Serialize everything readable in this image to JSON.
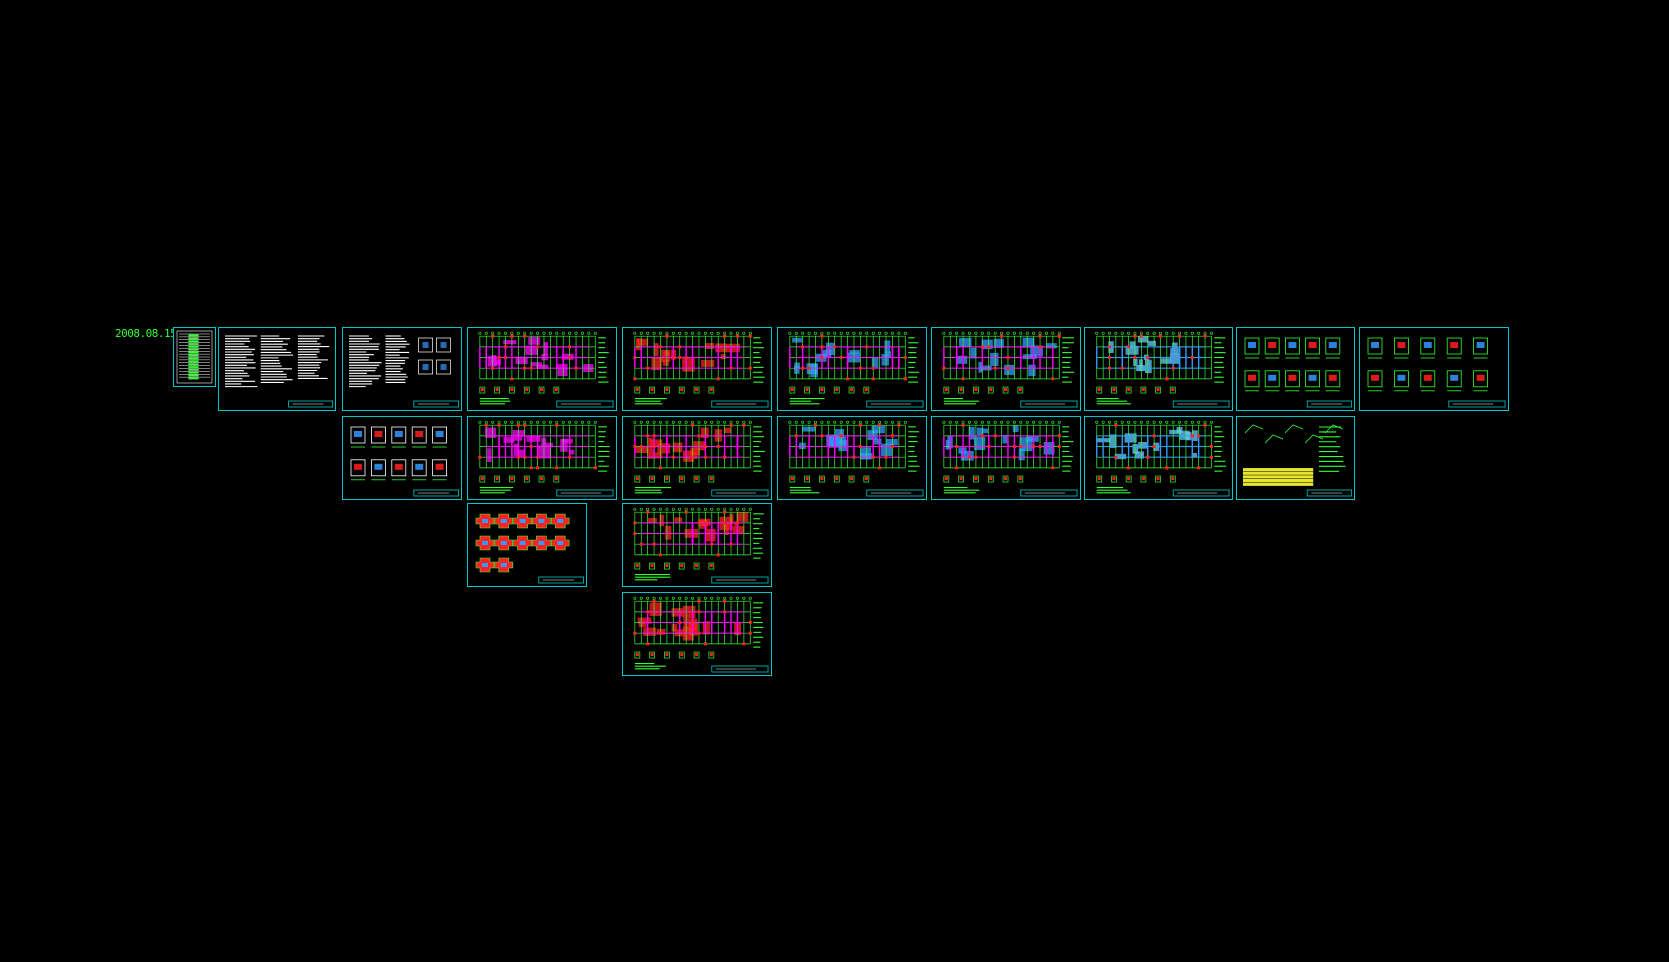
{
  "drawing": {
    "date_label": "2008.08.15"
  },
  "colors": {
    "background": "#000000",
    "frame": "#00c8c8",
    "grid": "#33ff33",
    "walls": "#ff00ff",
    "columns": "#ff2020",
    "slab": "#3399ff",
    "text": "#ffffff",
    "table": "#ffff33"
  },
  "sheets": [
    {
      "id": "index",
      "type": "index"
    },
    {
      "id": "notes-1",
      "type": "text"
    },
    {
      "id": "notes-2",
      "type": "text-details"
    },
    {
      "id": "plan-1",
      "type": "plan-magenta"
    },
    {
      "id": "plan-2",
      "type": "plan-red"
    },
    {
      "id": "plan-3",
      "type": "plan-blue"
    },
    {
      "id": "plan-4",
      "type": "plan-blue"
    },
    {
      "id": "plan-5",
      "type": "plan-blue-light"
    },
    {
      "id": "detail-1",
      "type": "details"
    },
    {
      "id": "detail-2",
      "type": "details"
    },
    {
      "id": "details-3",
      "type": "details-white"
    },
    {
      "id": "plan-6",
      "type": "plan-magenta"
    },
    {
      "id": "plan-7",
      "type": "plan-red"
    },
    {
      "id": "plan-8",
      "type": "plan-blue"
    },
    {
      "id": "plan-9",
      "type": "plan-blue"
    },
    {
      "id": "plan-10",
      "type": "plan-blue-light"
    },
    {
      "id": "table-1",
      "type": "table"
    },
    {
      "id": "columns-1",
      "type": "columns"
    },
    {
      "id": "plan-11",
      "type": "plan-red"
    },
    {
      "id": "plan-12",
      "type": "plan-red"
    }
  ]
}
